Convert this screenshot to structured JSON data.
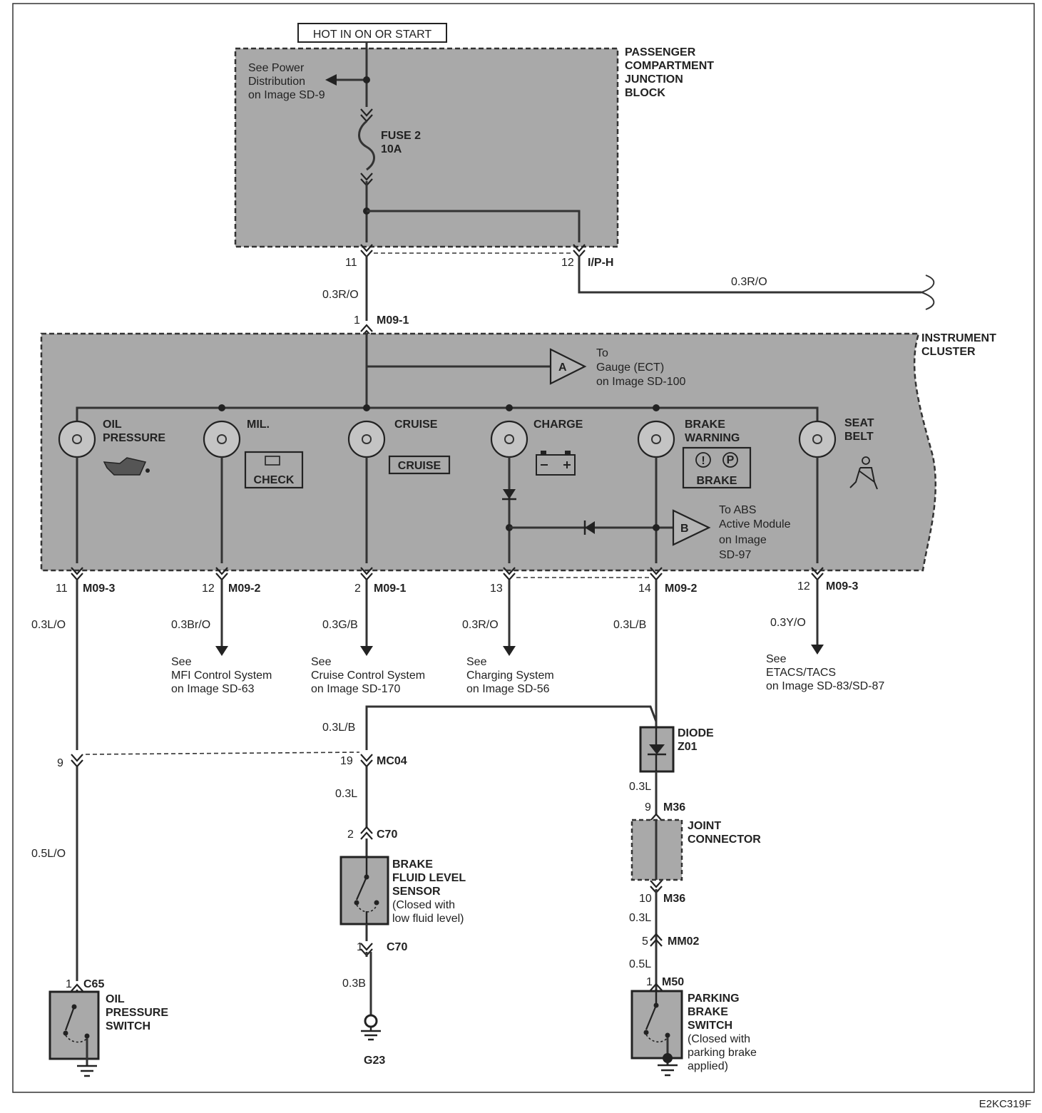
{
  "power_header": "HOT IN ON OR START",
  "junction_block": {
    "name_lines": [
      "PASSENGER",
      "COMPARTMENT",
      "JUNCTION",
      "BLOCK"
    ],
    "see_power_lines": [
      "See Power",
      "Distribution",
      "on Image SD-9"
    ],
    "fuse_lines": [
      "FUSE 2",
      "10A"
    ],
    "pin_left": "11",
    "pin_right": "12",
    "connector": "I/P-H"
  },
  "wires_top": {
    "left": "0.3R/O",
    "right": "0.3R/O"
  },
  "cluster_input": {
    "pin": "1",
    "connector": "M09-1"
  },
  "cluster": {
    "name_lines": [
      "INSTRUMENT",
      "CLUSTER"
    ],
    "gauge_ref": {
      "badge": "A",
      "lines": [
        "To",
        "Gauge (ECT)",
        "on Image SD-100"
      ]
    },
    "abs_ref": {
      "badge": "B",
      "lines": [
        "To ABS",
        "Active Module",
        "on Image",
        "SD-97"
      ]
    },
    "lamps": [
      {
        "label_lines": [
          "OIL",
          "PRESSURE"
        ]
      },
      {
        "label_lines": [
          "MIL."
        ],
        "icon_text": "CHECK"
      },
      {
        "label_lines": [
          "CRUISE"
        ],
        "icon_text": "CRUISE"
      },
      {
        "label_lines": [
          "CHARGE"
        ]
      },
      {
        "label_lines": [
          "BRAKE",
          "WARNING"
        ],
        "icon_text": "BRAKE"
      },
      {
        "label_lines": [
          "SEAT",
          "BELT"
        ]
      }
    ]
  },
  "outputs": [
    {
      "pin": "11",
      "connector": "M09-3",
      "wire": "0.3L/O"
    },
    {
      "pin": "12",
      "connector": "M09-2",
      "wire": "0.3Br/O",
      "see_lines": [
        "See",
        "MFI Control System",
        "on Image SD-63"
      ]
    },
    {
      "pin": "2",
      "connector": "M09-1",
      "wire": "0.3G/B",
      "see_lines": [
        "See",
        "Cruise Control System",
        "on Image SD-170"
      ]
    },
    {
      "pin": "13",
      "connector": "",
      "wire": "0.3R/O",
      "see_lines": [
        "See",
        "Charging System",
        "on Image SD-56"
      ]
    },
    {
      "pin": "14",
      "connector": "M09-2",
      "wire": "0.3L/B"
    },
    {
      "pin": "12",
      "connector": "M09-3",
      "wire": "0.3Y/O",
      "see_lines": [
        "See",
        "ETACS/TACS",
        "on Image SD-83/SD-87"
      ]
    }
  ],
  "oil_branch": {
    "pin_mid": "9",
    "wire_lower": "0.5L/O",
    "pin_switch": "1",
    "connector_switch": "C65",
    "switch_lines": [
      "OIL",
      "PRESSURE",
      "SWITCH"
    ]
  },
  "brake_fluid_branch": {
    "wire_top": "0.3L/B",
    "pin_mc": "19",
    "connector_mc": "MC04",
    "wire_mid": "0.3L",
    "pin_c70_top": "2",
    "connector_c70_top": "C70",
    "sensor_lines": [
      "BRAKE",
      "FLUID LEVEL",
      "SENSOR",
      "(Closed with",
      "low fluid level)"
    ],
    "pin_c70_bottom": "1",
    "connector_c70_bottom": "C70",
    "wire_ground": "0.3B",
    "ground": "G23"
  },
  "parking_branch": {
    "diode_lines": [
      "DIODE",
      "Z01"
    ],
    "wire_a": "0.3L",
    "pin_m36_top": "9",
    "connector_m36_top": "M36",
    "joint_lines": [
      "JOINT",
      "CONNECTOR"
    ],
    "pin_m36_bottom": "10",
    "connector_m36_bottom": "M36",
    "wire_b": "0.3L",
    "pin_mm02": "5",
    "connector_mm02": "MM02",
    "wire_c": "0.5L",
    "pin_m50": "1",
    "connector_m50": "M50",
    "switch_lines": [
      "PARKING",
      "BRAKE",
      "SWITCH",
      "(Closed with",
      "parking brake",
      "applied)"
    ]
  },
  "figure_code": "E2KC319F"
}
